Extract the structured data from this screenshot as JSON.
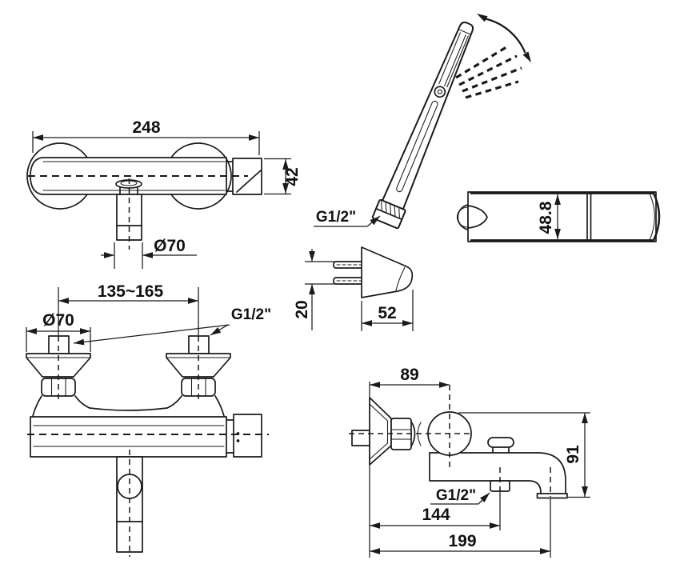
{
  "canvas": {
    "background": "#ffffff",
    "line_color": "#1a1a1a"
  },
  "views": {
    "mixer_front_top": {
      "width": "248",
      "height": "42",
      "outlet_diameter": "Ø70"
    },
    "hand_shower": {
      "connection": "G1/2\""
    },
    "hand_shower_side": {
      "diameter": "48.8"
    },
    "wall_bracket": {
      "pin_depth": "20",
      "width": "52"
    },
    "mixer_front_bottom": {
      "inlet_centers": "135~165",
      "escutcheon_diameter": "Ø70",
      "connection": "G1/2\""
    },
    "mixer_side": {
      "wall_to_spout_center": "89",
      "spout_height": "91",
      "connection": "G1/2\"",
      "shower_outlet_reach": "144",
      "spout_reach": "199"
    }
  }
}
